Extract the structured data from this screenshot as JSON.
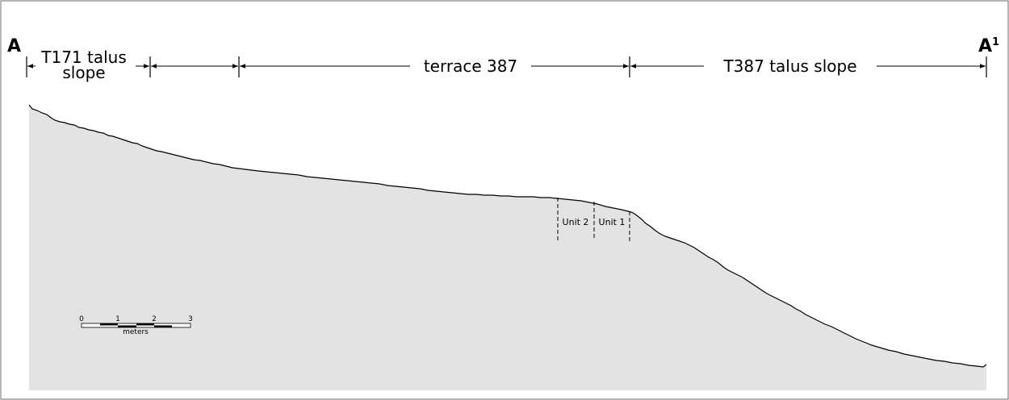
{
  "section": {
    "start_label": "A",
    "end_label": "A",
    "end_label_superscript": "1"
  },
  "segments": {
    "t171_line1": "T171 talus",
    "t171_line2": "slope",
    "terrace": "terrace 387",
    "t387": "T387 talus slope"
  },
  "units": {
    "unit2": "Unit 2",
    "unit1": "Unit 1"
  },
  "scale_bar": {
    "ticks": [
      "0",
      "1",
      "2",
      "3"
    ],
    "unit": "meters"
  },
  "colors": {
    "profile_fill": "#e3e3e3",
    "line": "#000000",
    "border": "#6e6e6e"
  }
}
